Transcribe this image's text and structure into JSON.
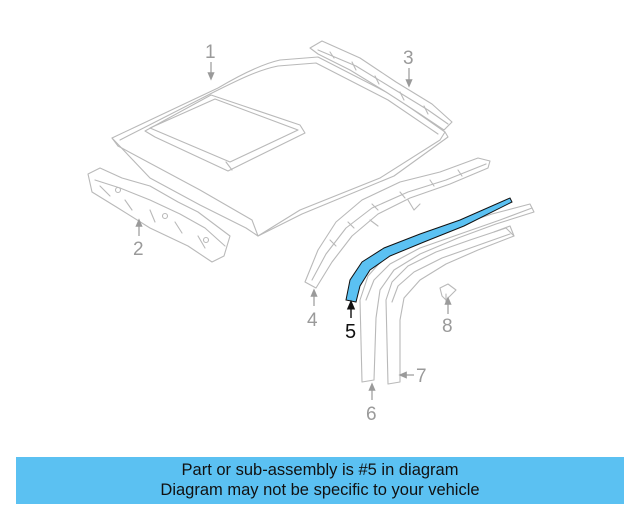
{
  "callouts": {
    "c1": "1",
    "c2": "2",
    "c3": "3",
    "c4": "4",
    "c5": "5",
    "c6": "6",
    "c7": "7",
    "c8": "8"
  },
  "highlight_color": "#5bc1f2",
  "banner": {
    "line1": "Part or sub-assembly is #5 in diagram",
    "line2": "Diagram may not be specific to your vehicle"
  }
}
